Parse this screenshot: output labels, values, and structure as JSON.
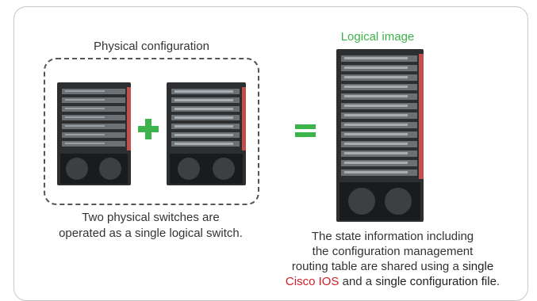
{
  "physical": {
    "title": "Physical configuration",
    "caption_line1": "Two physical switches are",
    "caption_line2": "operated as a single logical switch."
  },
  "logical": {
    "title": "Logical image",
    "caption_line1": "The state information including",
    "caption_line2": "the configuration management",
    "caption_line3_pre": "routing table are shared using a ",
    "caption_line3_hl": "single",
    "caption_line4_hl1": "Cisco IOS",
    "caption_line4_mid": " and a ",
    "caption_line4_hl2": "single configuration file",
    "caption_line4_end": "."
  },
  "symbols": {
    "plus": "plus-icon",
    "equals": "equals-icon"
  },
  "colors": {
    "accent_green": "#3cb44b",
    "highlight_red": "#d21e28",
    "chassis_dark": "#2c2e30",
    "chassis_tab": "#c0504d"
  }
}
